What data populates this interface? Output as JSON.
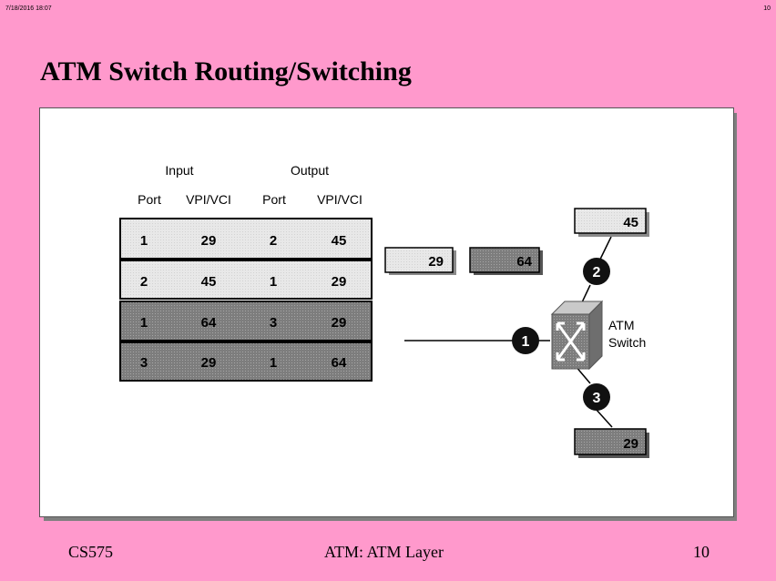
{
  "header": {
    "datetime": "7/18/2016  18:07",
    "page_number": "10"
  },
  "title": "ATM Switch Routing/Switching",
  "table": {
    "group_headers": [
      "Input",
      "Output"
    ],
    "column_headers": [
      "Port",
      "VPI/VCI",
      "Port",
      "VPI/VCI"
    ],
    "rows": [
      [
        "1",
        "29",
        "2",
        "45"
      ],
      [
        "2",
        "45",
        "1",
        "29"
      ],
      [
        "1",
        "64",
        "3",
        "29"
      ],
      [
        "3",
        "29",
        "1",
        "64"
      ]
    ]
  },
  "cells": {
    "light_in": "29",
    "dark_in": "64",
    "port2_out": "45",
    "port3_out": "29"
  },
  "switch": {
    "label_line1": "ATM",
    "label_line2": "Switch"
  },
  "ports": [
    "1",
    "2",
    "3"
  ],
  "colors": {
    "background": "#ff99cc",
    "light_cell": "#e8e8e8",
    "dark_cell": "#7d7d7d"
  },
  "footer": {
    "left": "CS575",
    "center": "ATM: ATM Layer",
    "right": "10"
  }
}
